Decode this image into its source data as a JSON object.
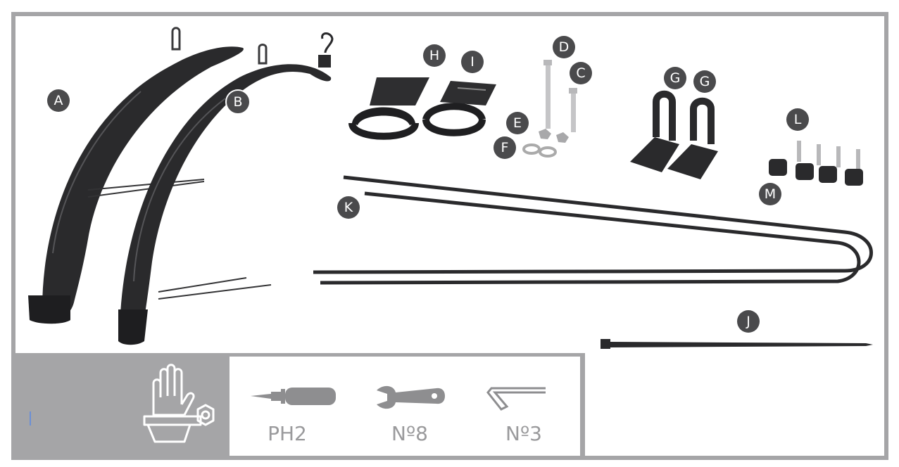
{
  "part_labels": {
    "A": "A",
    "B": "B",
    "C": "C",
    "D": "D",
    "E": "E",
    "F": "F",
    "G1": "G",
    "G2": "G",
    "H": "H",
    "I": "I",
    "J": "J",
    "K": "K",
    "L": "L",
    "M": "M"
  },
  "tools": {
    "screwdriver": "PH2",
    "wrench": "Nº8",
    "hex_key": "Nº3"
  },
  "colors": {
    "frame": "#a5a5a7",
    "label_bg": "#4a4a4c",
    "part_dark": "#2a2a2c",
    "tool_gray": "#8e8e90"
  }
}
